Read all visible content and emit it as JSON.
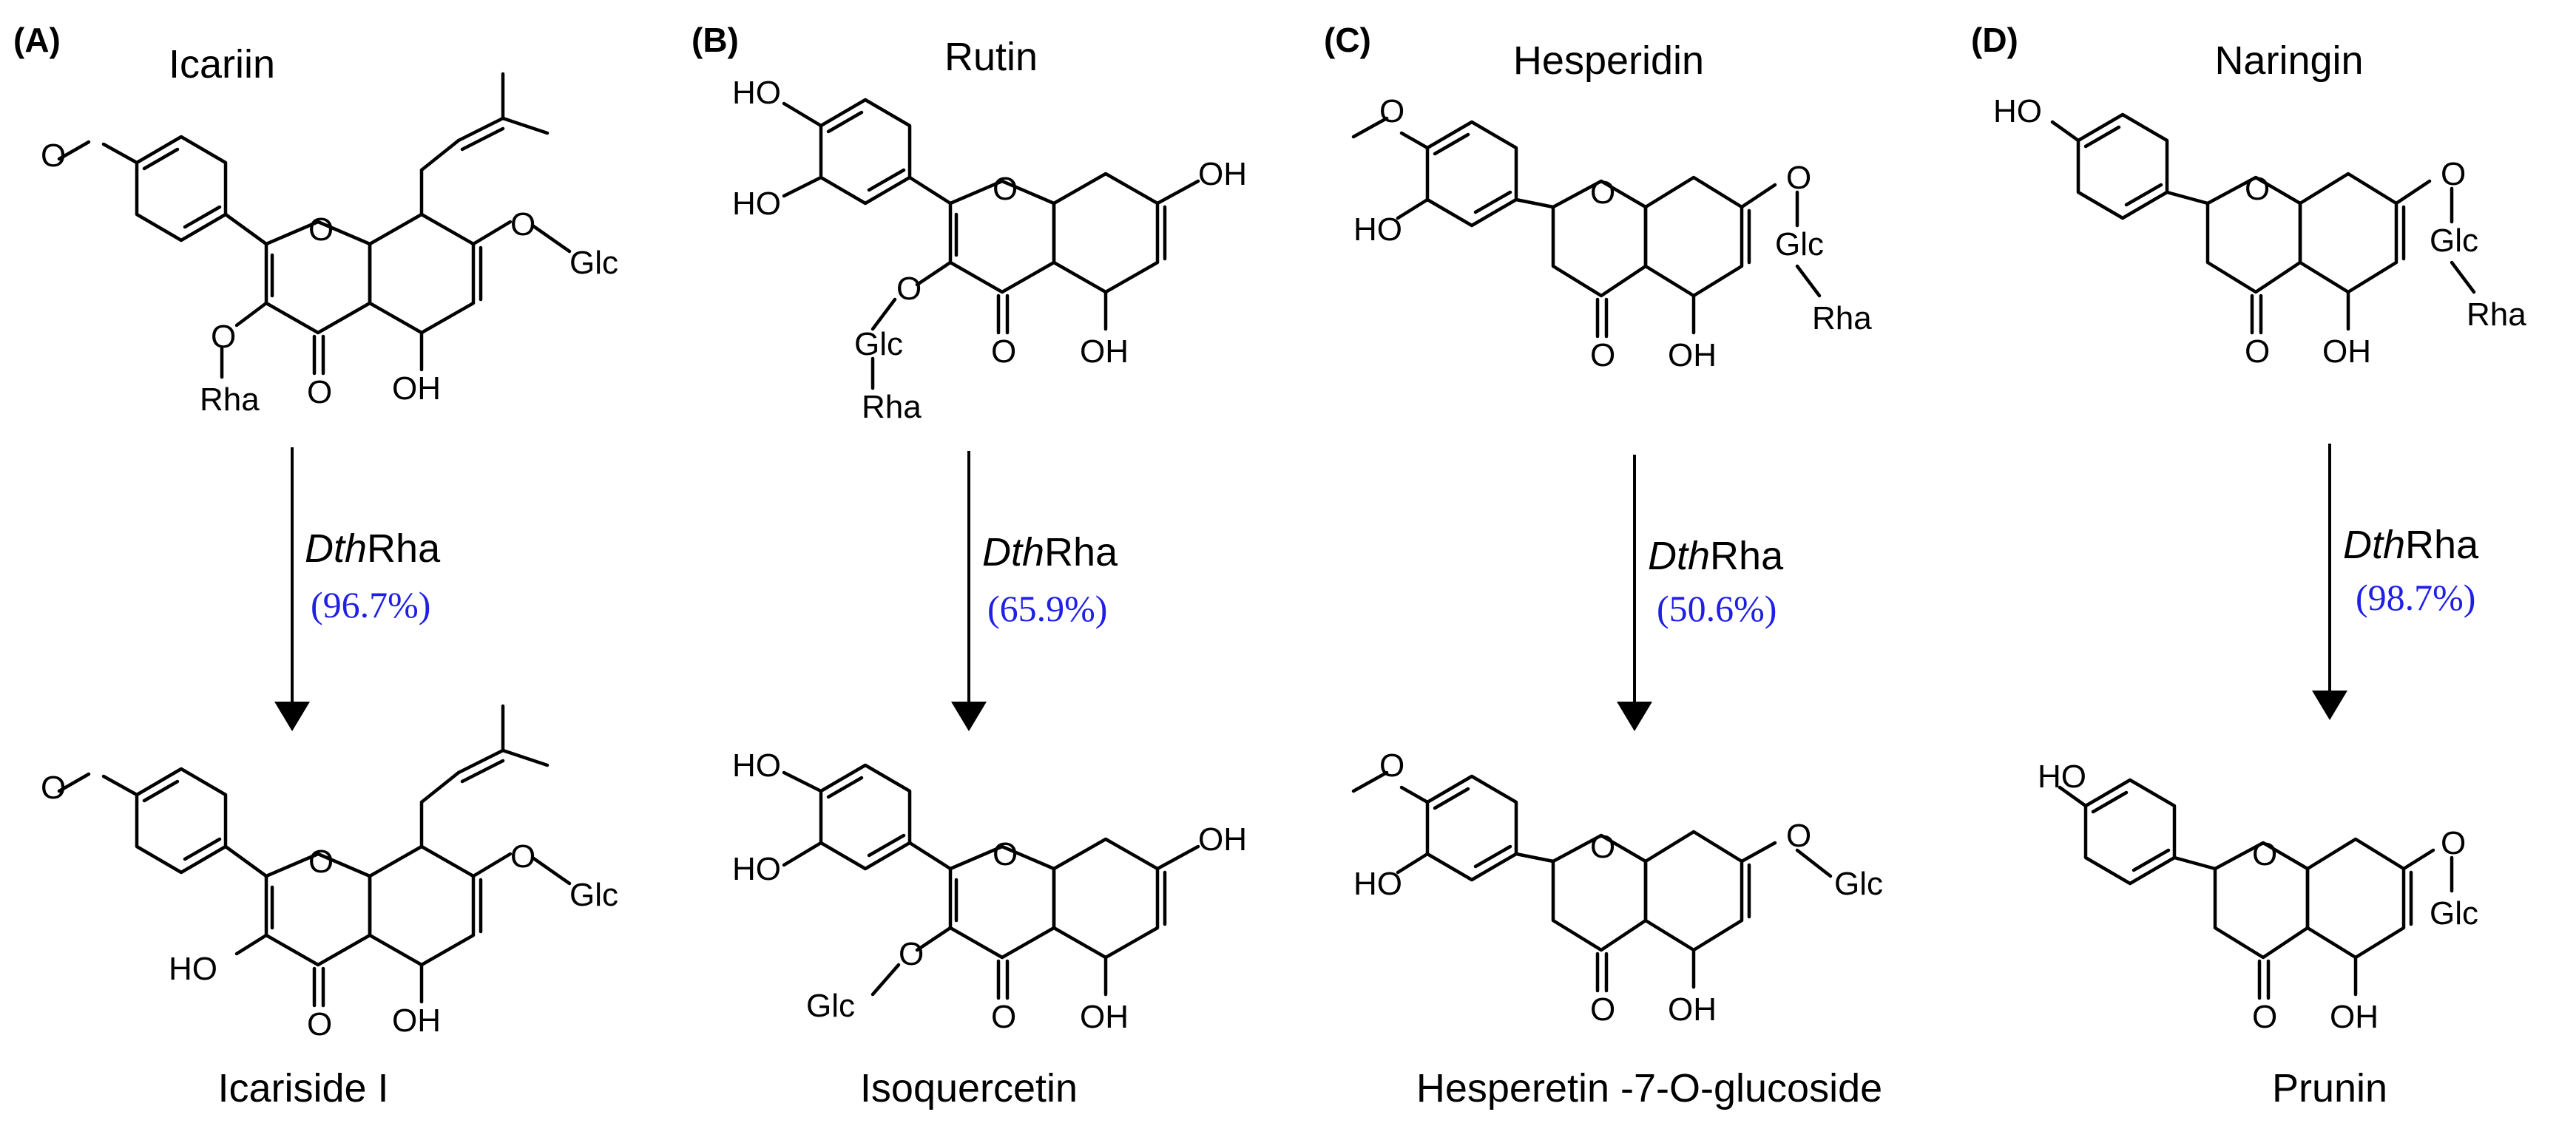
{
  "colors": {
    "ink": "#000000",
    "yield": "#1f1fe6",
    "background": "#ffffff"
  },
  "enzyme_italic": "Dth",
  "enzyme_rest": "Rha",
  "atoms": {
    "OH": "OH",
    "HO": "HO",
    "O": "O",
    "Glc": "Glc",
    "Rha": "Rha"
  },
  "panels": [
    {
      "letter": "(A)",
      "substrate": "Icariin",
      "product": "Icariside I",
      "yield": "(96.7%)"
    },
    {
      "letter": "(B)",
      "substrate": "Rutin",
      "product": "Isoquercetin",
      "yield": "(65.9%)"
    },
    {
      "letter": "(C)",
      "substrate": "Hesperidin",
      "product": "Hesperetin -7-O-glucoside",
      "yield": "(50.6%)"
    },
    {
      "letter": "(D)",
      "substrate": "Naringin",
      "product": "Prunin",
      "yield": "(98.7%)"
    }
  ]
}
